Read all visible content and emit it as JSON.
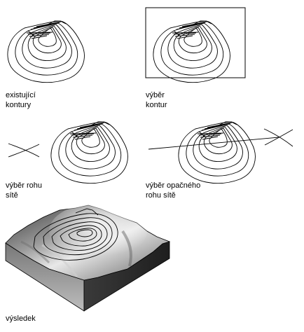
{
  "labels": {
    "existing": {
      "line1": "existující",
      "line2": "kontury"
    },
    "select_contours": {
      "line1": "výběr",
      "line2": "kontur"
    },
    "select_corner": {
      "line1": "výběr rohu",
      "line2": "sítě"
    },
    "select_opposite": {
      "line1": "výběr opačného",
      "line2": "rohu sítě"
    },
    "result": {
      "line1": "výsledek"
    }
  }
}
